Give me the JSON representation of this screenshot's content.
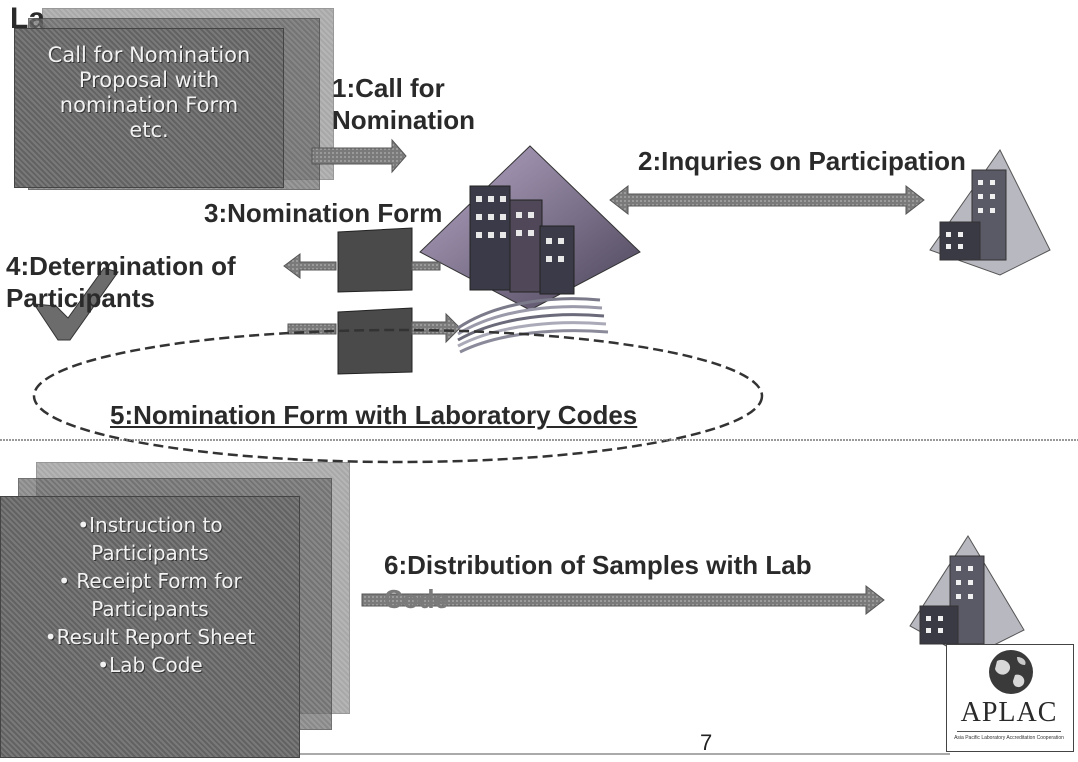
{
  "page_title_fragment": "La",
  "doc_call": {
    "lines": [
      "Call for Nomination",
      "Proposal with",
      "nomination Form",
      "etc."
    ]
  },
  "steps": {
    "s1_line1": "1:Call for",
    "s1_line2": "Nomination",
    "s2": "2:Inquries on Participation",
    "s3": "3:Nomination Form",
    "s4_line1": "4:Determination of",
    "s4_line2": "Participants",
    "s5": "5:Nomination Form with Laboratory Codes",
    "s6_line1": "6:Distribution of Samples with Lab",
    "s6_line2": "Code"
  },
  "doc_samples": {
    "lines": [
      "•Instruction to",
      "Participants",
      "• Receipt Form for",
      "Participants",
      "•Result Report Sheet",
      "•Lab Code"
    ]
  },
  "logo": {
    "name": "APLAC",
    "tagline": "Asia Pacific Laboratory Accreditation Cooperation"
  },
  "page_number": "7",
  "icons": [
    "document-stack-icon",
    "building-icon",
    "checkmark-icon",
    "arrow-icon"
  ]
}
